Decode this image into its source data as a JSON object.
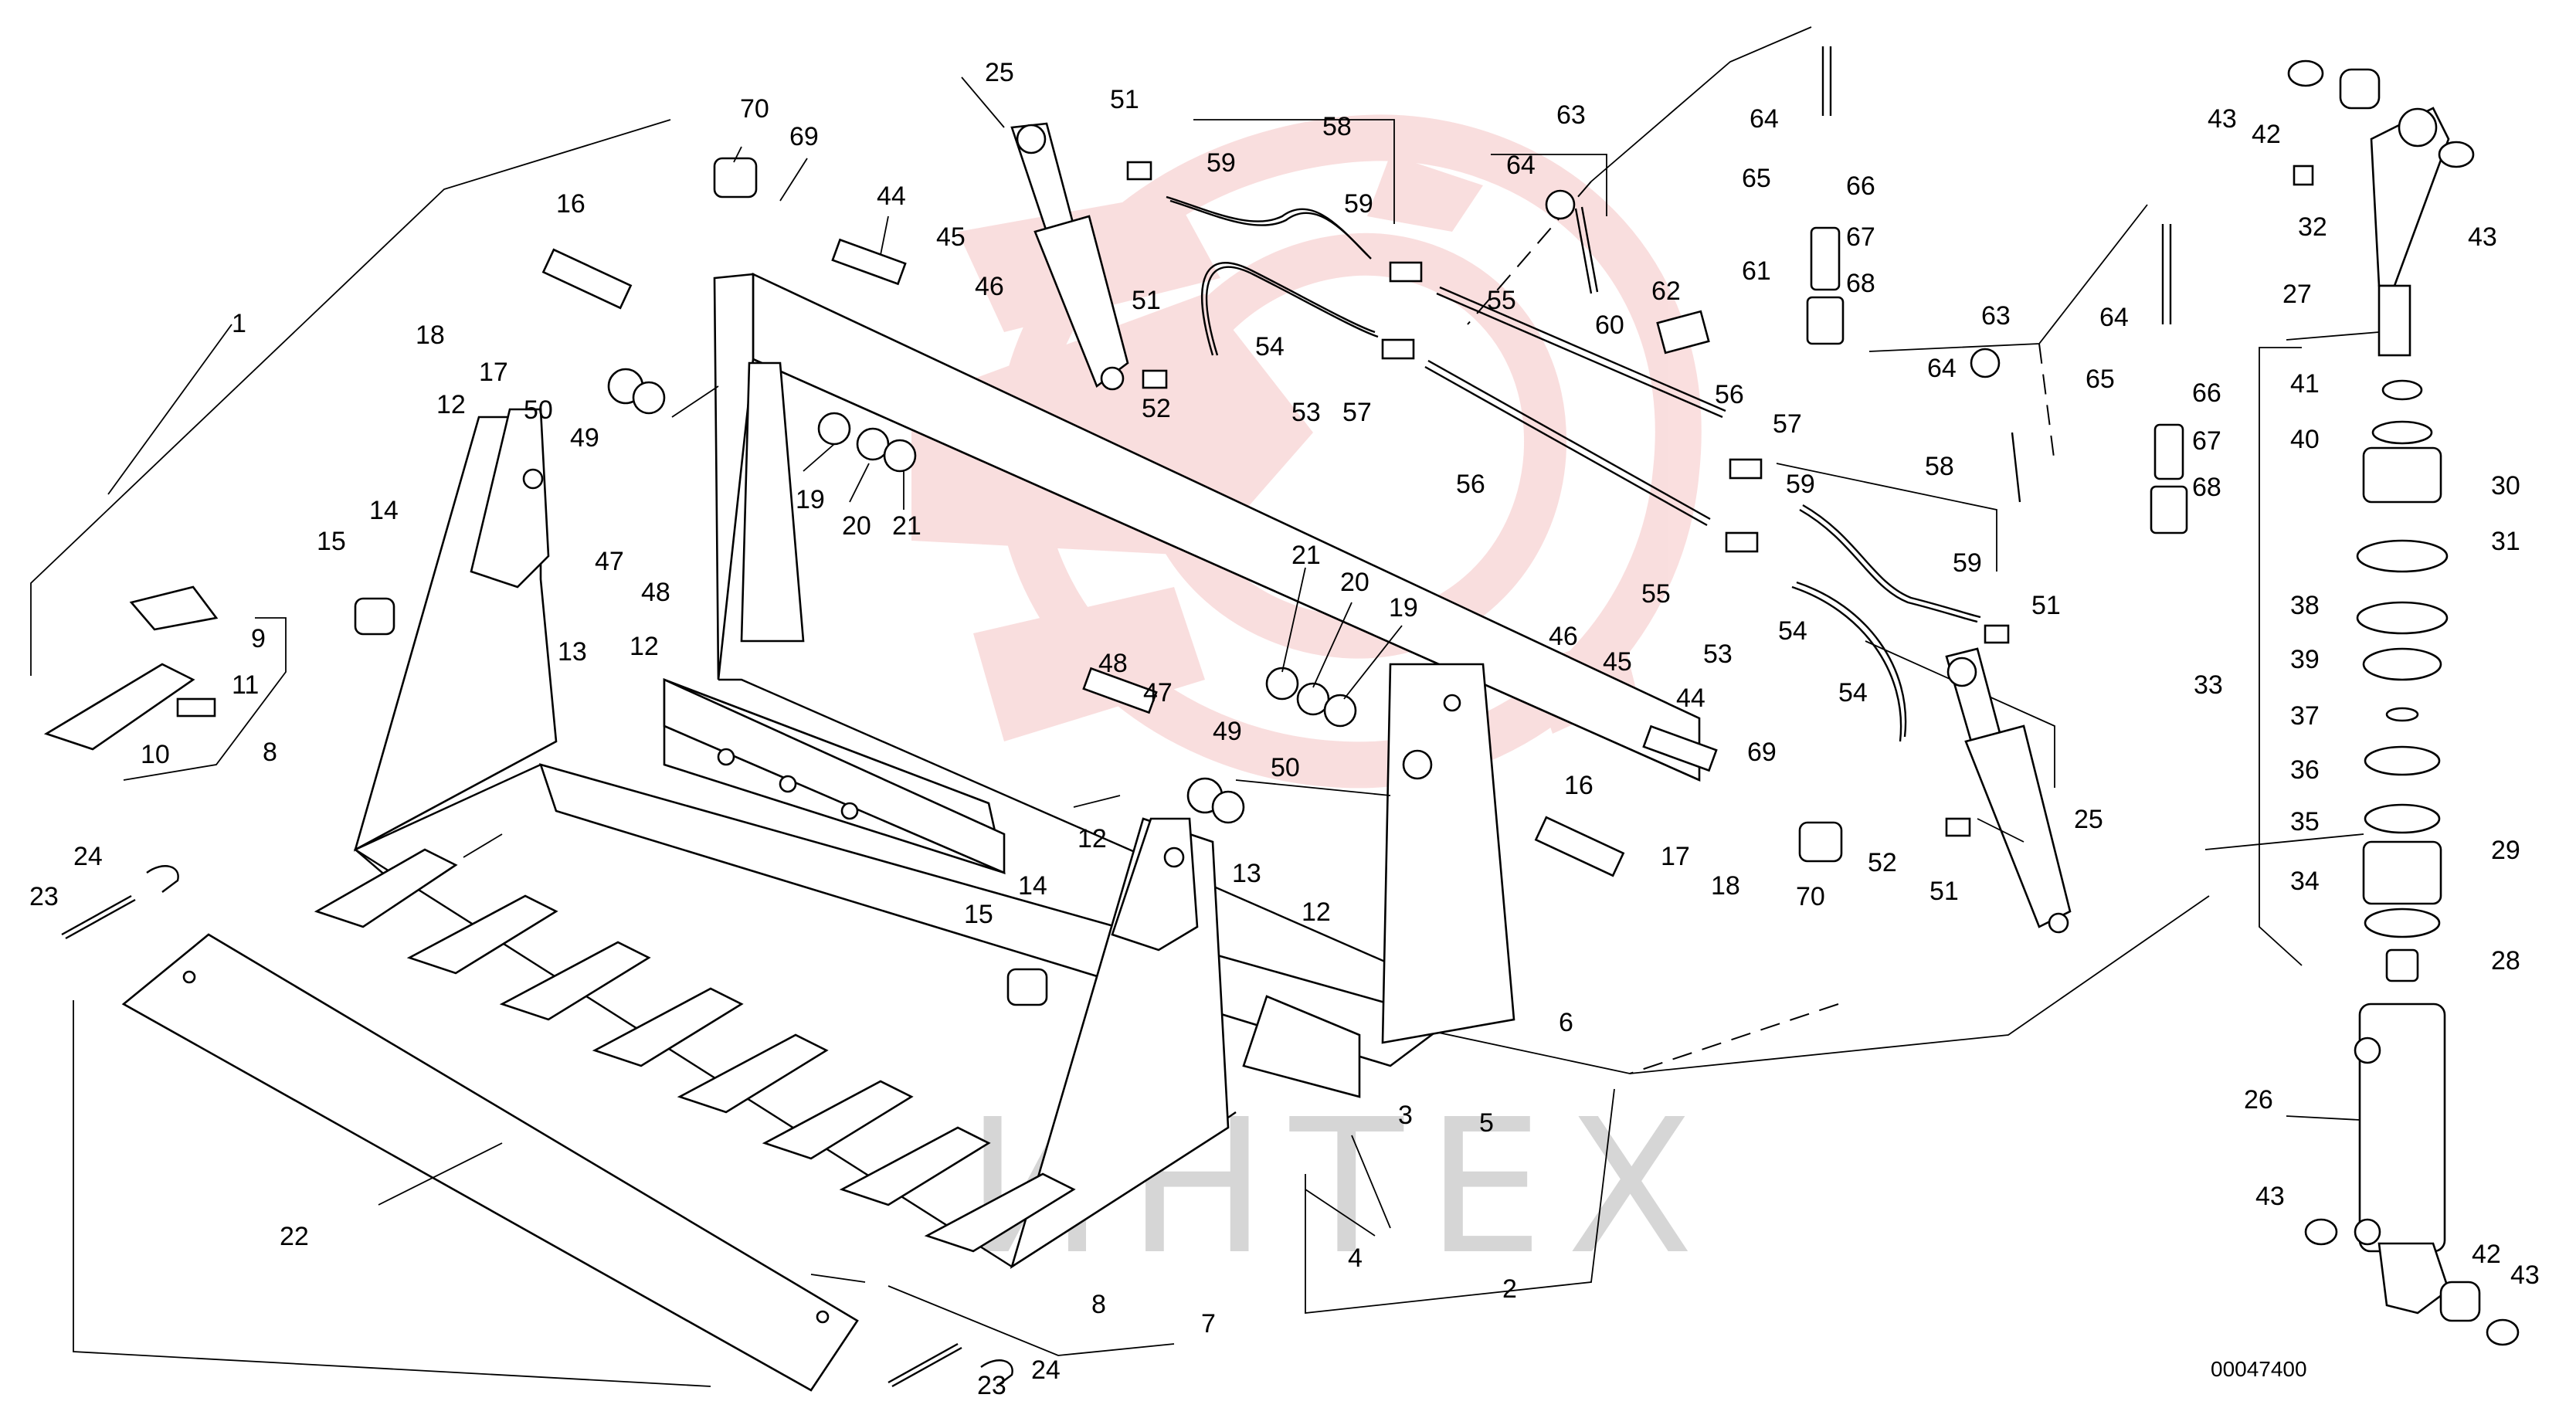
{
  "drawing_number": "00047400",
  "watermark_text": "ИНТЕХ",
  "colors": {
    "logo": "#f5c4c4",
    "watermark": "#d6d6d6",
    "ink": "#000000"
  },
  "callouts": {
    "c1": "1",
    "c2": "2",
    "c3": "3",
    "c4": "4",
    "c5": "5",
    "c6": "6",
    "c7": "7",
    "c8a": "8",
    "c8b": "8",
    "c9": "9",
    "c10": "10",
    "c11": "11",
    "c12a": "12",
    "c12b": "12",
    "c12c": "12",
    "c12d": "12",
    "c13a": "13",
    "c13b": "13",
    "c14a": "14",
    "c14b": "14",
    "c15a": "15",
    "c15b": "15",
    "c16a": "16",
    "c16b": "16",
    "c17a": "17",
    "c17b": "17",
    "c18a": "18",
    "c18b": "18",
    "c19a": "19",
    "c19b": "19",
    "c20a": "20",
    "c20b": "20",
    "c21a": "21",
    "c21b": "21",
    "c22": "22",
    "c23a": "23",
    "c23b": "23",
    "c24a": "24",
    "c24b": "24",
    "c25a": "25",
    "c25b": "25",
    "c26": "26",
    "c27": "27",
    "c28": "28",
    "c29": "29",
    "c30": "30",
    "c31": "31",
    "c32": "32",
    "c33": "33",
    "c34": "34",
    "c35": "35",
    "c36": "36",
    "c37": "37",
    "c38": "38",
    "c39": "39",
    "c40": "40",
    "c41": "41",
    "c42a": "42",
    "c42b": "42",
    "c43a": "43",
    "c43b": "43",
    "c43c": "43",
    "c43d": "43",
    "c44a": "44",
    "c44b": "44",
    "c45a": "45",
    "c45b": "45",
    "c46a": "46",
    "c46b": "46",
    "c47a": "47",
    "c47b": "47",
    "c48a": "48",
    "c48b": "48",
    "c49a": "49",
    "c49b": "49",
    "c50a": "50",
    "c50b": "50",
    "c51a": "51",
    "c51b": "51",
    "c51c": "51",
    "c51d": "51",
    "c52a": "52",
    "c52b": "52",
    "c53a": "53",
    "c53b": "53",
    "c54a": "54",
    "c54b": "54",
    "c54c": "54",
    "c55a": "55",
    "c55b": "55",
    "c56a": "56",
    "c56b": "56",
    "c57a": "57",
    "c57b": "57",
    "c58a": "58",
    "c58b": "58",
    "c59a": "59",
    "c59b": "59",
    "c59c": "59",
    "c59d": "59",
    "c60": "60",
    "c61": "61",
    "c62": "62",
    "c63a": "63",
    "c63b": "63",
    "c64a": "64",
    "c64b": "64",
    "c64c": "64",
    "c64d": "64",
    "c65a": "65",
    "c65b": "65",
    "c66a": "66",
    "c66b": "66",
    "c67a": "67",
    "c67b": "67",
    "c68a": "68",
    "c68b": "68",
    "c69a": "69",
    "c69b": "69",
    "c70a": "70",
    "c70b": "70"
  }
}
